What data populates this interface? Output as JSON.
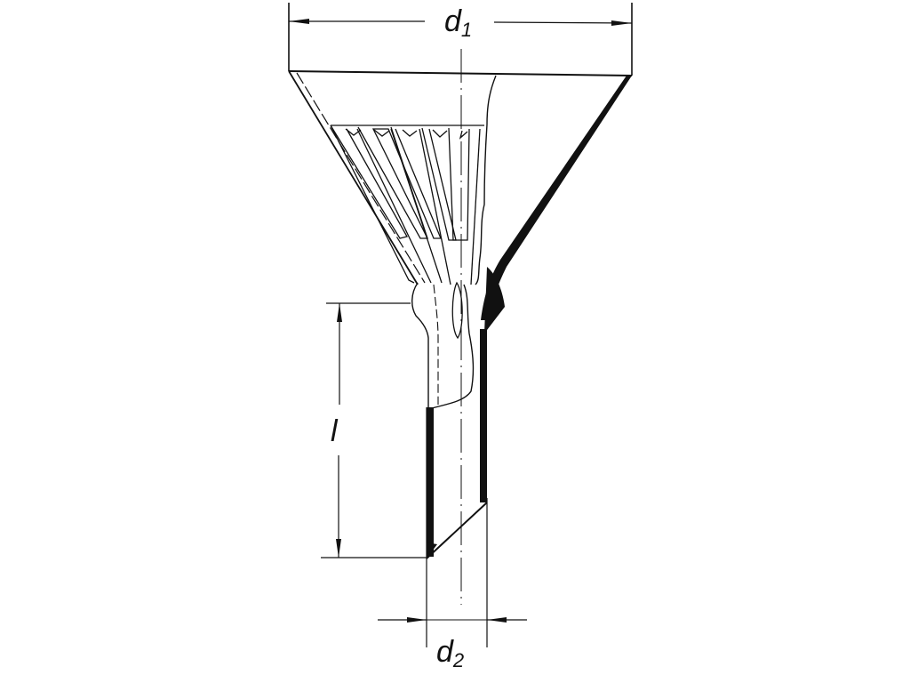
{
  "diagram": {
    "subject": "funnel",
    "labels": {
      "top_diameter": {
        "main": "d",
        "sub": "1"
      },
      "stem_length": {
        "main": "l"
      },
      "stem_diameter": {
        "main": "d",
        "sub": "2"
      }
    },
    "colors": {
      "line": "#111111",
      "background": "#ffffff"
    }
  }
}
